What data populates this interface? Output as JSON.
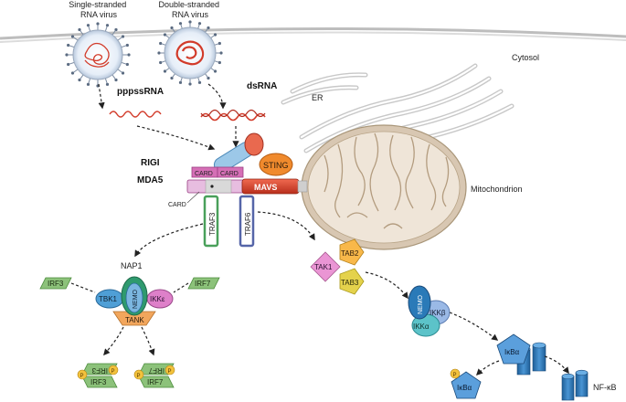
{
  "labels": {
    "single_virus": "Single-stranded\nRNA virus",
    "double_virus": "Double-stranded\nRNA virus",
    "cytosol": "Cytosol",
    "pppssrna": "pppssRNA",
    "dsrna": "dsRNA",
    "er": "ER",
    "rigi": "RIGI",
    "mda5": "MDA5",
    "card_a": "CARD",
    "card_b": "CARD",
    "card_c": "CARD",
    "sting": "STING",
    "mavs": "MAVS",
    "mitochondrion": "Mitochondrion",
    "traf3": "TRAF3",
    "traf6": "TRAF6",
    "nap1": "NAP1",
    "irf3_left": "IRF3",
    "irf7_right": "IRF7",
    "tbk1": "TBK1",
    "nemo_left": "NEMO",
    "ikke": "IKKε",
    "tank": "TANK",
    "tab2": "TAB2",
    "tak1": "TAK1",
    "tab3": "TAB3",
    "nemo_right": "NEMO",
    "ikkb": "IKKβ",
    "ikka": "IKKα",
    "ikba_complex": "IκBα",
    "ikba_free": "IκBα",
    "p_ikba": "P",
    "nfkb": "NF-κB",
    "irf3_dimer_top": "IRF3",
    "irf3_dimer_bottom": "IRF3",
    "irf7_dimer_top": "IRF7",
    "irf7_dimer_bottom": "IRF7",
    "p_irf3_a": "P",
    "p_irf3_b": "P",
    "p_irf7_a": "P",
    "p_irf7_b": "P"
  },
  "colors": {
    "membrane": "#bbbbbb",
    "rna": "#d23b2a",
    "mavs": "#d9412b",
    "mito_fill": "#e9dfd2",
    "card_pink": "#d56fb6",
    "rig_blue": "#9cc8e8",
    "traf3": "#49a05a",
    "traf6": "#5565a8",
    "sting": "#f08a2d",
    "irf_green": "#8cc27a",
    "tbk1_blue": "#4f9fd6",
    "nemo_green": "#2f9a6e",
    "ikke_pink": "#de80c9",
    "tank_orange": "#f2a65c",
    "tab2_orange": "#f8b84a",
    "tak1_pink": "#ea95d4",
    "tab3_yellow": "#e4d24c",
    "ikk_blue": "#2a7ab8",
    "ikk_light": "#9ab9e6",
    "ikk_teal": "#5cc3c9",
    "nfkb_blue": "#2e76b6",
    "phospho": "#f3c23c"
  },
  "icons": [
    "virus-icon",
    "ribbon-rna-icon",
    "er-membrane-icon",
    "mitochondrion-icon",
    "protein-complex-icon"
  ]
}
